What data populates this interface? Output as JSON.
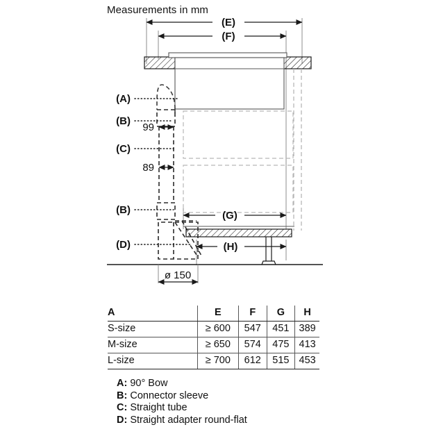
{
  "header": {
    "title": "Measurements in mm"
  },
  "diagram": {
    "dimension_labels": {
      "e": "(E)",
      "f": "(F)",
      "g": "(G)",
      "h": "(H)"
    },
    "callouts": {
      "a": "(A)",
      "b_upper": "(B)",
      "b_lower": "(B)",
      "c": "(C)",
      "d": "(D)"
    },
    "values": {
      "width_99": "99",
      "width_89": "89",
      "diameter_150": "ø 150"
    }
  },
  "table": {
    "columns": [
      "A",
      "E",
      "F",
      "G",
      "H"
    ],
    "rows": [
      {
        "a": "S-size",
        "e": "≥ 600",
        "f": "547",
        "g": "451",
        "h": "389"
      },
      {
        "a": "M-size",
        "e": "≥ 650",
        "f": "574",
        "g": "475",
        "h": "413"
      },
      {
        "a": "L-size",
        "e": "≥ 700",
        "f": "612",
        "g": "515",
        "h": "453"
      }
    ]
  },
  "legend": [
    {
      "key": "A:",
      "text": " 90° Bow"
    },
    {
      "key": "B:",
      "text": " Connector sleeve"
    },
    {
      "key": "C:",
      "text": " Straight tube"
    },
    {
      "key": "D:",
      "text": " Straight adapter round-flat"
    }
  ],
  "colors": {
    "line": "#1a1a1a",
    "light_line": "#9a9a9a",
    "background": "#ffffff"
  }
}
